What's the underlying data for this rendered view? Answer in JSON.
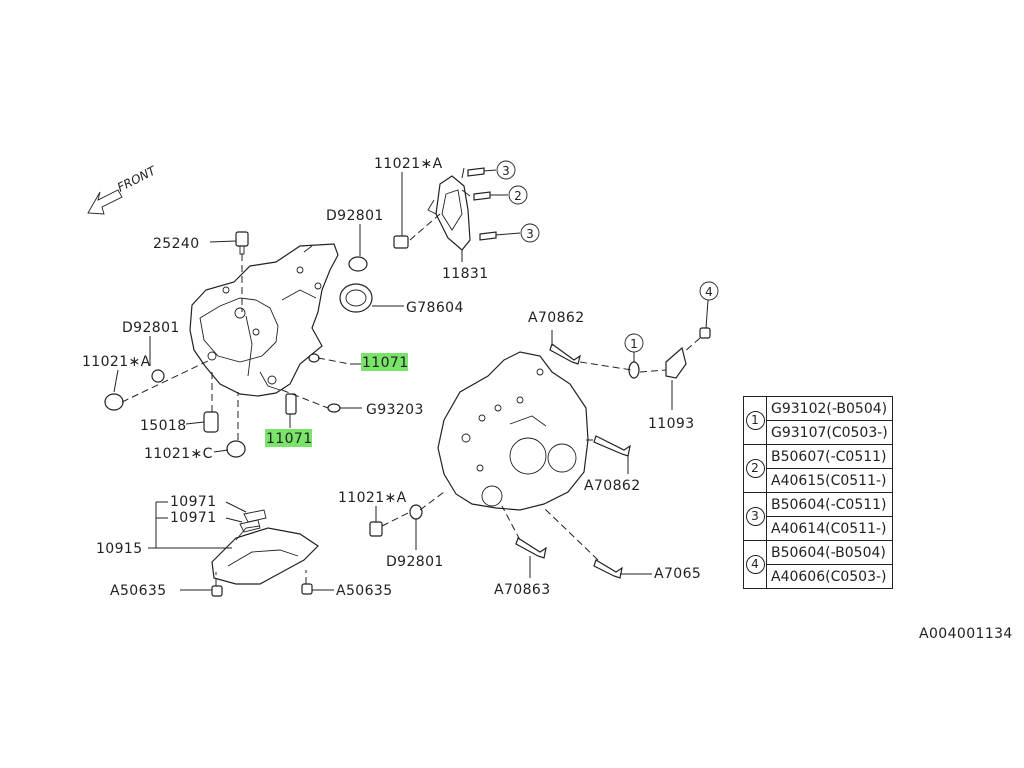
{
  "front_label": "FRONT",
  "callouts": {
    "p11021a_top": "11021∗A",
    "d92801_top": "D92801",
    "p25240": "25240",
    "d92801_left": "D92801",
    "p11021a_left": "11021∗A",
    "p15018": "15018",
    "p11021c": "11021∗C",
    "p11071_upper": "11071",
    "p11071_lower": "11071",
    "g78604": "G78604",
    "g93203": "G93203",
    "p11831": "11831",
    "circle3_top": "3",
    "circle2": "2",
    "circle3_bottom": "3",
    "a70862_top": "A70862",
    "a70862_right": "A70862",
    "circle1": "1",
    "circle4": "4",
    "p11093": "11093",
    "p11021a_bottom": "11021∗A",
    "d92801_bottom": "D92801",
    "a70863": "A70863",
    "a7065": "A7065",
    "p10971_a": "10971",
    "p10971_b": "10971",
    "p10915": "10915",
    "a50635_left": "A50635",
    "a50635_right": "A50635"
  },
  "highlight_color": "#79e36a",
  "legend": [
    {
      "ref": "1",
      "rows": [
        "G93102(-B0504)",
        "G93107(C0503-)"
      ]
    },
    {
      "ref": "2",
      "rows": [
        "B50607(-C0511)",
        "A40615(C0511-)"
      ]
    },
    {
      "ref": "3",
      "rows": [
        "B50604(-C0511)",
        "A40614(C0511-)"
      ]
    },
    {
      "ref": "4",
      "rows": [
        "B50604(-B0504)",
        "A40606(C0503-)"
      ]
    }
  ],
  "figure_id": "A004001134"
}
